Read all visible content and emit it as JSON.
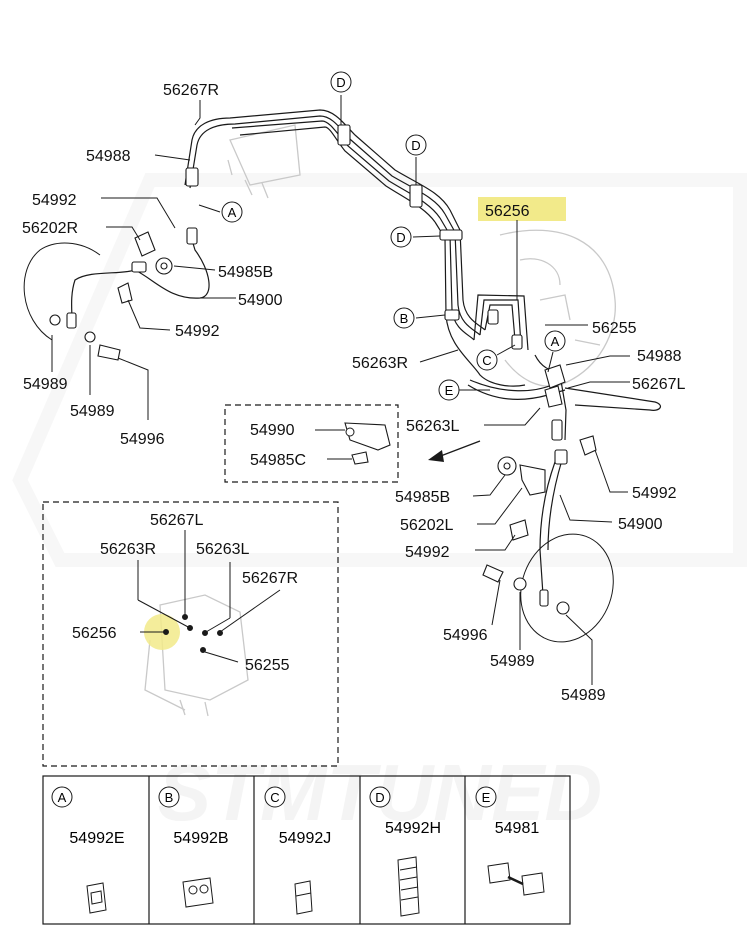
{
  "parts": {
    "p56267R_top": "56267R",
    "p54988_top": "54988",
    "p54992_a": "54992",
    "p56202R": "56202R",
    "p54985B_top": "54985B",
    "p54900_top": "54900",
    "p54992_b": "54992",
    "p54989_l1": "54989",
    "p54989_l2": "54989",
    "p54996_l": "54996",
    "p56256_hl": "56256",
    "p56255_r": "56255",
    "p56263R_mid": "56263R",
    "p54988_r": "54988",
    "p56267L_r": "56267L",
    "p56263L_mid": "56263L",
    "p54990": "54990",
    "p54985C": "54985C",
    "p54985B_r": "54985B",
    "p54992_r1": "54992",
    "p56202L": "56202L",
    "p54900_r": "54900",
    "p54992_r2": "54992",
    "p54996_r": "54996",
    "p54989_r1": "54989",
    "p54989_r2": "54989"
  },
  "detail": {
    "p56267L": "56267L",
    "p56263R": "56263R",
    "p56263L": "56263L",
    "p56267R": "56267R",
    "p56256": "56256",
    "p56255": "56255"
  },
  "callouts": {
    "D1": "D",
    "D2": "D",
    "D3": "D",
    "A1": "A",
    "B1": "B",
    "C1": "C",
    "A2": "A",
    "E1": "E"
  },
  "legend": [
    {
      "letter": "A",
      "part": "54992E"
    },
    {
      "letter": "B",
      "part": "54992B"
    },
    {
      "letter": "C",
      "part": "54992J"
    },
    {
      "letter": "D",
      "part": "54992H"
    },
    {
      "letter": "E",
      "part": "54981"
    }
  ],
  "watermark": "STMTUNED",
  "colors": {
    "line": "#1a1a1a",
    "highlight": "#f2ea8a",
    "ghost": "#c9c9c9",
    "watermark": "#ececec"
  }
}
